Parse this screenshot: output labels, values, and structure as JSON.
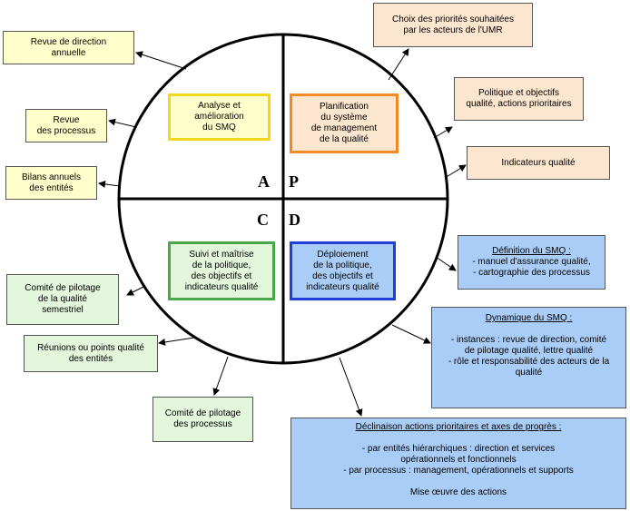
{
  "quadrants": {
    "A": {
      "letter": "A",
      "text": "Analyse et\namélioration\ndu SMQ",
      "border": "#f2d81c",
      "fill": "#ffffcc"
    },
    "P": {
      "letter": "P",
      "text": "Planification\ndu système\nde management\nde la qualité",
      "border": "#f08a24",
      "fill": "#fde6cf"
    },
    "C": {
      "letter": "C",
      "text": "Suivi et maîtrise\nde la politique,\ndes objectifs et\nindicateurs qualité",
      "border": "#4aa84a",
      "fill": "#e2f7dc"
    },
    "D": {
      "letter": "D",
      "text": "Déploiement\nde la politique,\ndes objectifs et\nindicateurs qualité",
      "border": "#1f3fd6",
      "fill": "#a9cdf6"
    }
  },
  "boxes": {
    "revue_direction": "Revue de direction\nannuelle",
    "revue_processus": "Revue\ndes processus",
    "bilans": "Bilans annuels\ndes entités",
    "choix_priorites": "Choix des priorités souhaitées\npar  les acteurs de l'UMR",
    "politique_objectifs": "Politique et objectifs\nqualité, actions prioritaires",
    "indicateurs": "Indicateurs qualité",
    "comite_semestriel": "Comité de pilotage\nde la qualité\nsemestriel",
    "reunions": "Réunions ou points qualité\ndes entités",
    "comite_processus": "Comité de pilotage\ndes processus",
    "definition": {
      "title": "Définition du SMQ :",
      "body": "- manuel d'assurance qualité,\n- cartographie des processus"
    },
    "dynamique": {
      "title": "Dynamique du SMQ :",
      "body": "- instances : revue de direction,  comité\nde pilotage  qualité, lettre qualité\n- rôle et responsabilité des acteurs de la\nqualité"
    },
    "declinaison": {
      "title": "Déclinaison actions prioritaires et axes de progrès :",
      "body": "- par entités hiérarchiques : direction et services\nopérationnels et fonctionnels\n- par processus : management, opérationnels et supports\n\nMise œuvre des actions"
    }
  }
}
